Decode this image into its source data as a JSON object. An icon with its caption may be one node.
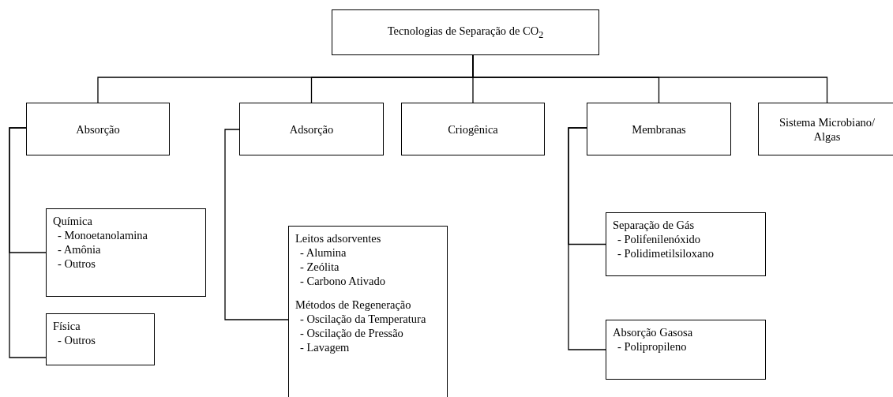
{
  "diagram": {
    "nodes": [
      {
        "text": [
          "Tecnologias de Separação de CO$_{2}$"
        ]
      },
      {
        "text": [
          "Absorção"
        ]
      },
      {
        "text": [
          "Adsorção"
        ]
      },
      {
        "text": [
          "Criogênica"
        ]
      },
      {
        "text": [
          "Membranas"
        ]
      },
      {
        "text": [
          "Sistema Microbiano/ Algas"
        ]
      },
      {
        "text": [
          "Química",
          "- Monoetanolamina",
          "- Amônia",
          "- Outros"
        ]
      },
      {
        "text": [
          "Física",
          "- Outros"
        ]
      },
      {
        "text": [
          "Leitos adsorventes",
          "- Alumina",
          "- Zeólita",
          "- Carbono Ativado",
          "Métodos de Regeneração",
          "- Oscilação da Temperatura",
          "- Oscilação de Pressão",
          "- Lavagem"
        ]
      },
      {
        "text": [
          "Separação de Gás",
          "- Polifenilenóxido",
          "- Polidimetilsiloxano"
        ]
      },
      {
        "text": [
          "Absorção Gasosa",
          "- Polipropileno"
        ]
      }
    ],
    "edges": [
      {
        "from": 0,
        "to": 1,
        "arrow": "none"
      },
      {
        "from": 0,
        "to": 2,
        "arrow": "none"
      },
      {
        "from": 0,
        "to": 3,
        "arrow": "none"
      },
      {
        "from": 0,
        "to": 4,
        "arrow": "none"
      },
      {
        "from": 0,
        "to": 5,
        "arrow": "none"
      },
      {
        "from": 1,
        "to": 6,
        "arrow": "none"
      },
      {
        "from": 1,
        "to": 7,
        "arrow": "none"
      },
      {
        "from": 2,
        "to": 8,
        "arrow": "none"
      },
      {
        "from": 4,
        "to": 9,
        "arrow": "none"
      },
      {
        "from": 4,
        "to": 10,
        "arrow": "none"
      }
    ]
  }
}
